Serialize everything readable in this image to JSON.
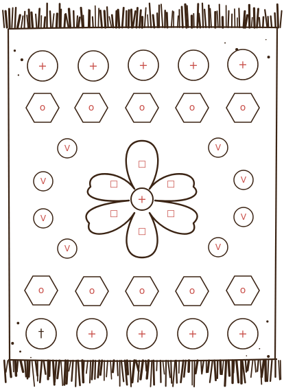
{
  "colors": {
    "ink": "#3b2414",
    "symbol": "#c9504a",
    "paper": "#ffffff"
  },
  "symbols": {
    "plus": "+",
    "circle": "o",
    "v": "V",
    "square": "□",
    "dagger": "†"
  },
  "grid": {
    "top_circle_row": [
      "+",
      "+",
      "+",
      "+",
      "+"
    ],
    "top_hex_row": [
      "o",
      "o",
      "o",
      "o",
      "o"
    ],
    "bottom_hex_row": [
      "o",
      "o",
      "o",
      "o",
      "o"
    ],
    "bottom_circle_row": [
      "†",
      "+",
      "+",
      "+",
      "+"
    ],
    "v_circles": [
      "V",
      "V",
      "V",
      "V",
      "V",
      "V",
      "V",
      "V"
    ],
    "flower_petals": [
      "□",
      "□",
      "□",
      "□",
      "□",
      "□"
    ],
    "flower_center": "+"
  }
}
